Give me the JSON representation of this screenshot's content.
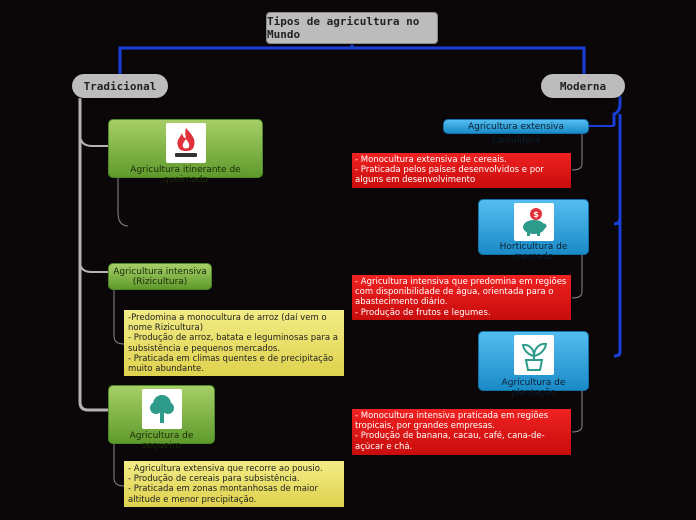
{
  "root": {
    "title": "Tipos de agricultura no Mundo"
  },
  "tradicional": {
    "label": "Tradicional",
    "itinerante": {
      "label": "Agricultura itinerante de queimada",
      "icon": "flame-icon"
    },
    "intensiva": {
      "label_line1": "Agricultura intensiva",
      "label_line2": "(Rizicultura)",
      "note": [
        "-Predomina a monocultura de arroz (daí vem o",
        "nome Rizicultura)",
        "- Produção de arroz, batata e leguminosas para a",
        "subsistência e pequenos mercados.",
        "- Praticada em climas quentes e de precipitação",
        "muito abundante."
      ]
    },
    "sequeiro": {
      "label": "Agricultura de sequeiro",
      "icon": "tree-icon",
      "note": [
        "- Agricultura extensiva que recorre ao pousio.",
        "- Produção de cereais para subsistência.",
        "- Praticada em zonas montanhosas de maior",
        "altitude e menor precipitação."
      ]
    }
  },
  "moderna": {
    "label": "Moderna",
    "carealifera": {
      "label": "Agricultura extensiva carealífera",
      "note": [
        "- Monocultura extensiva de cereais.",
        "- Praticada pelos países desenvolvidos e por",
        "alguns em desenvolvimento"
      ]
    },
    "horticultura": {
      "label": "Horticultura de mercado",
      "icon": "piggy-bank-icon",
      "note": [
        "- Agricultura intensiva que predomina em regiões",
        "com disponibilidade de água, orientada para o",
        "abastecimento diário.",
        "- Produção de frutos e legumes."
      ]
    },
    "plantacao": {
      "label": "Agricultura de plantação",
      "icon": "plant-pot-icon",
      "note": [
        "- Monocultura intensiva praticada em regiões",
        "tropicais, por grandes empresas.",
        "- Produção de banana, cacau, café, cana-de-",
        "açúcar e chá."
      ]
    }
  },
  "colors": {
    "background": "#0b0607",
    "connector_blue": "#1a3fd8",
    "connector_gray": "#b4b4b4",
    "green_node": "#7ab843",
    "blue_node": "#2a9fdc",
    "red_note": "#e01414",
    "yellow_note": "#ebe36a"
  }
}
